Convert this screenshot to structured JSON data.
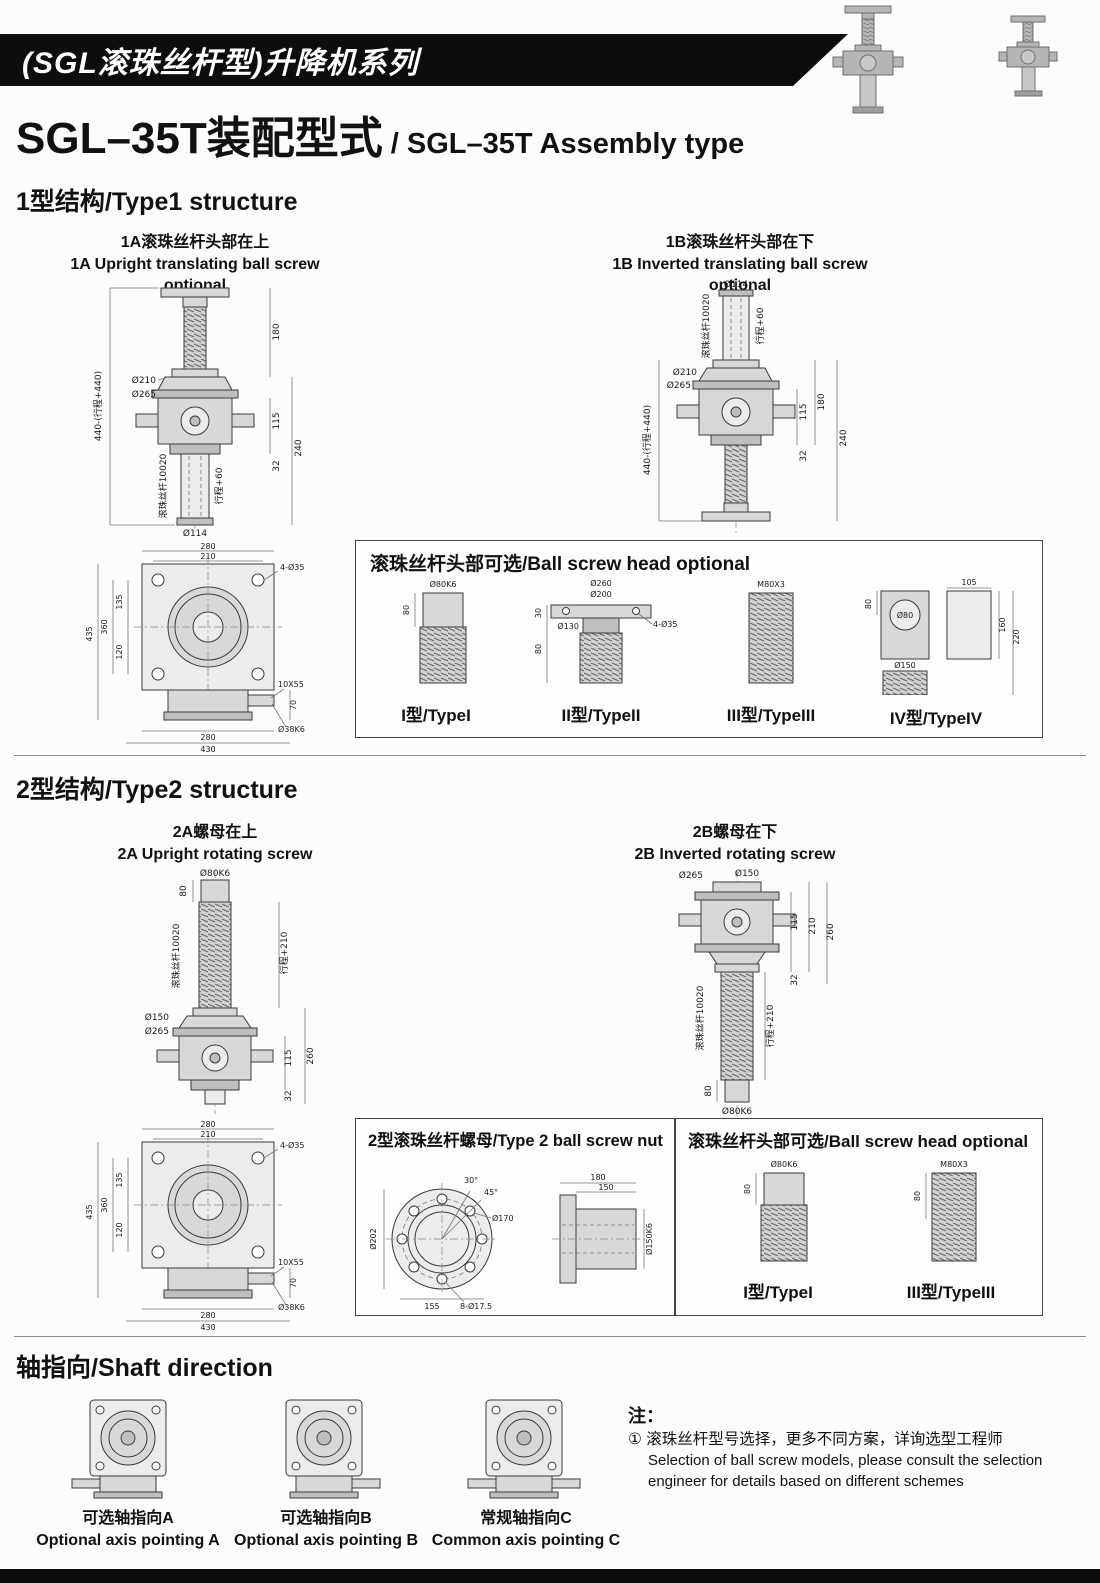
{
  "banner": {
    "title": "(SGL滚珠丝杆型)升降机系列"
  },
  "page_title": {
    "zh": "SGL–35T装配型式",
    "en": "/ SGL–35T Assembly type"
  },
  "s1": {
    "heading": "1型结构/Type1 structure",
    "fig1a": {
      "caption_zh": "1A滚珠丝杆头部在上",
      "caption_en": "1A Upright translating ball screw optional",
      "dim_height": "440-(行程+440)",
      "dim_d210": "Ø210",
      "dim_d265": "Ø265",
      "dim_180": "180",
      "dim_240": "240",
      "dim_115": "115",
      "dim_32": "32",
      "dim_screw": "滚珠丝杆10020",
      "dim_stroke": "行程+60",
      "dim_d114": "Ø114"
    },
    "fig1b": {
      "caption_zh": "1B滚珠丝杆头部在下",
      "caption_en": "1B Inverted translating ball screw optional",
      "dim_d114": "Ø114",
      "dim_screw": "滚珠丝杆10020",
      "dim_stroke": "行程+60",
      "dim_d210": "Ø210",
      "dim_d265": "Ø265",
      "dim_height": "440-(行程+440)",
      "dim_180": "180",
      "dim_240": "240",
      "dim_115": "115",
      "dim_32": "32"
    },
    "plan": {
      "dim_280t": "280",
      "dim_210": "210",
      "dim_holes": "4-Ø35",
      "dim_435": "435",
      "dim_360": "360",
      "dim_135": "135",
      "dim_120": "120",
      "dim_key": "10X55",
      "dim_70": "70",
      "dim_shaft": "Ø38K6",
      "dim_280b": "280",
      "dim_430": "430"
    },
    "head_box": {
      "title": "滚珠丝杆头部可选/Ball screw head optional",
      "type1": {
        "label": "I型/TypeI",
        "dim_d80": "Ø80K6",
        "dim_80": "80"
      },
      "type2": {
        "label": "II型/TypeII",
        "dim_d260": "Ø260",
        "dim_d200": "Ø200",
        "dim_30": "30",
        "dim_80": "80",
        "dim_d130": "Ø130",
        "dim_holes": "4-Ø35"
      },
      "type3": {
        "label": "III型/TypeIII",
        "dim_thread": "M80X3"
      },
      "type4": {
        "label": "IV型/TypeIV",
        "dim_105": "105",
        "dim_80": "80",
        "dim_d80": "Ø80",
        "dim_220": "220",
        "dim_160": "160",
        "dim_d150": "Ø150"
      }
    }
  },
  "s2": {
    "heading": "2型结构/Type2 structure",
    "fig2a": {
      "caption_zh": "2A螺母在上",
      "caption_en": "2A Upright rotating screw",
      "dim_d80": "Ø80K6",
      "dim_80": "80",
      "dim_stroke": "行程+210",
      "dim_screw": "滚珠丝杆10020",
      "dim_d150": "Ø150",
      "dim_d265": "Ø265",
      "dim_260": "260",
      "dim_115": "115",
      "dim_32": "32"
    },
    "fig2b": {
      "caption_zh": "2B螺母在下",
      "caption_en": "2B Inverted rotating screw",
      "dim_d265": "Ø265",
      "dim_d150": "Ø150",
      "dim_210": "210",
      "dim_260": "260",
      "dim_115": "115",
      "dim_32": "32",
      "dim_screw": "滚珠丝杆10020",
      "dim_stroke": "行程+210",
      "dim_80": "80",
      "dim_d80": "Ø80K6"
    },
    "plan": {
      "dim_280t": "280",
      "dim_210": "210",
      "dim_holes": "4-Ø35",
      "dim_435": "435",
      "dim_360": "360",
      "dim_135": "135",
      "dim_120": "120",
      "dim_key": "10X55",
      "dim_70": "70",
      "dim_shaft": "Ø38K6",
      "dim_280b": "280",
      "dim_430": "430"
    },
    "nut_box": {
      "title": "2型滚珠丝杆螺母/Type 2 ball screw nut",
      "dim_45": "45°",
      "dim_30": "30°",
      "dim_d170": "Ø170",
      "dim_d202": "Ø202",
      "dim_holes": "8-Ø17.5",
      "dim_155": "155",
      "dim_180": "180",
      "dim_150": "150",
      "dim_d150k6": "Ø150K6"
    },
    "head_box": {
      "title": "滚珠丝杆头部可选/Ball screw head optional",
      "type1": {
        "label": "I型/TypeI",
        "dim_d80": "Ø80K6",
        "dim_80": "80"
      },
      "type3": {
        "label": "III型/TypeIII",
        "dim_thread": "M80X3",
        "dim_80": "80"
      }
    }
  },
  "s3": {
    "heading": "轴指向/Shaft direction",
    "axis_a": {
      "zh": "可选轴指向A",
      "en": "Optional axis pointing A"
    },
    "axis_b": {
      "zh": "可选轴指向B",
      "en": "Optional axis pointing B"
    },
    "axis_c": {
      "zh": "常规轴指向C",
      "en": "Common axis pointing C"
    },
    "note": {
      "label": "注：",
      "line1": "① 滚珠丝杆型号选择，更多不同方案，详询选型工程师",
      "line2": "Selection of ball screw models, please consult the selection",
      "line3": "engineer for details based on different schemes"
    }
  }
}
